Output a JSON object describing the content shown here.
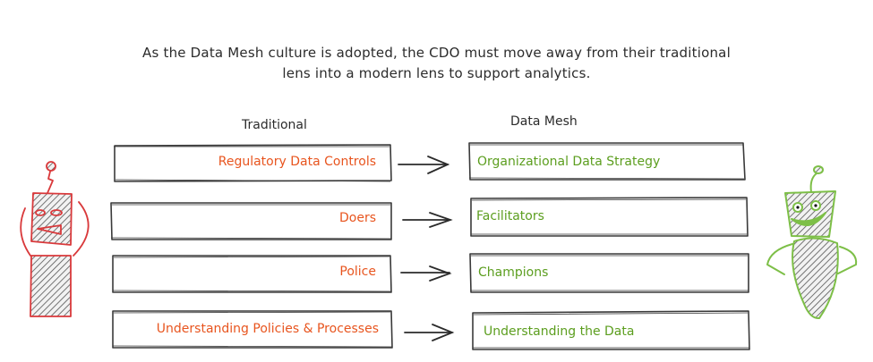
{
  "caption": {
    "line1": "As the Data Mesh culture is adopted, the CDO must move away from their traditional",
    "line2": "lens into a modern lens to support analytics."
  },
  "columns": {
    "traditional_header": "Traditional",
    "mesh_header": "Data Mesh"
  },
  "colors": {
    "traditional": "#e8551f",
    "mesh": "#5c9e1f",
    "ink": "#2b2b2b",
    "robot_red": "#d9393b",
    "robot_green": "#7dbf47"
  },
  "rows": [
    {
      "traditional": "Regulatory Data Controls",
      "mesh": "Organizational Data Strategy"
    },
    {
      "traditional": "Doers",
      "mesh": "Facilitators"
    },
    {
      "traditional": "Police",
      "mesh": "Champions"
    },
    {
      "traditional": "Understanding Policies & Processes",
      "mesh": "Understanding the Data"
    }
  ],
  "figures": {
    "left": "traditional-robot-icon",
    "right": "data-mesh-robot-icon"
  }
}
